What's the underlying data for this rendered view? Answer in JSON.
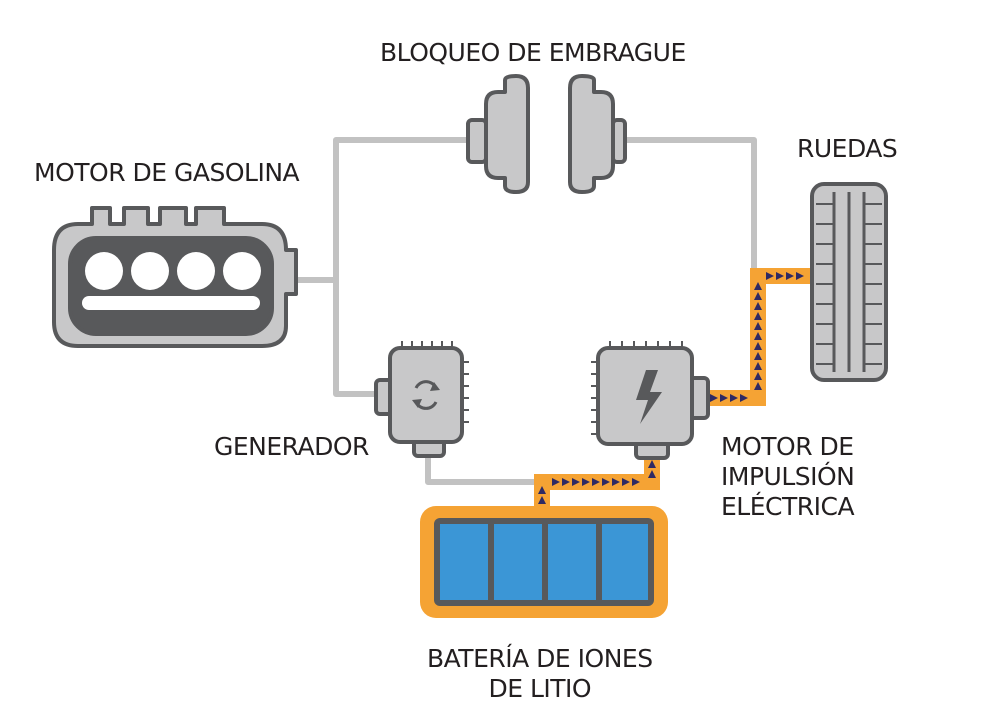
{
  "labels": {
    "clutch": "BLOQUEO DE EMBRAGUE",
    "engine": "MOTOR DE GASOLINA",
    "wheels": "RUEDAS",
    "generator": "GENERADOR",
    "motor_line1": "MOTOR DE",
    "motor_line2": "IMPULSIÓN",
    "motor_line3": "ELÉCTRICA",
    "battery_line1": "BATERÍA DE IONES",
    "battery_line2": "DE LITIO"
  },
  "colors": {
    "component_fill": "#c8c8c9",
    "component_stroke": "#58595b",
    "connector_line": "#c2c2c2",
    "energy_path": "#f5a334",
    "energy_arrow": "#2e2a63",
    "battery_cell": "#3b96d6",
    "battery_frame": "#f5a334"
  },
  "icons": {
    "generator": "rotation-icon",
    "motor": "lightning-bolt-icon"
  }
}
